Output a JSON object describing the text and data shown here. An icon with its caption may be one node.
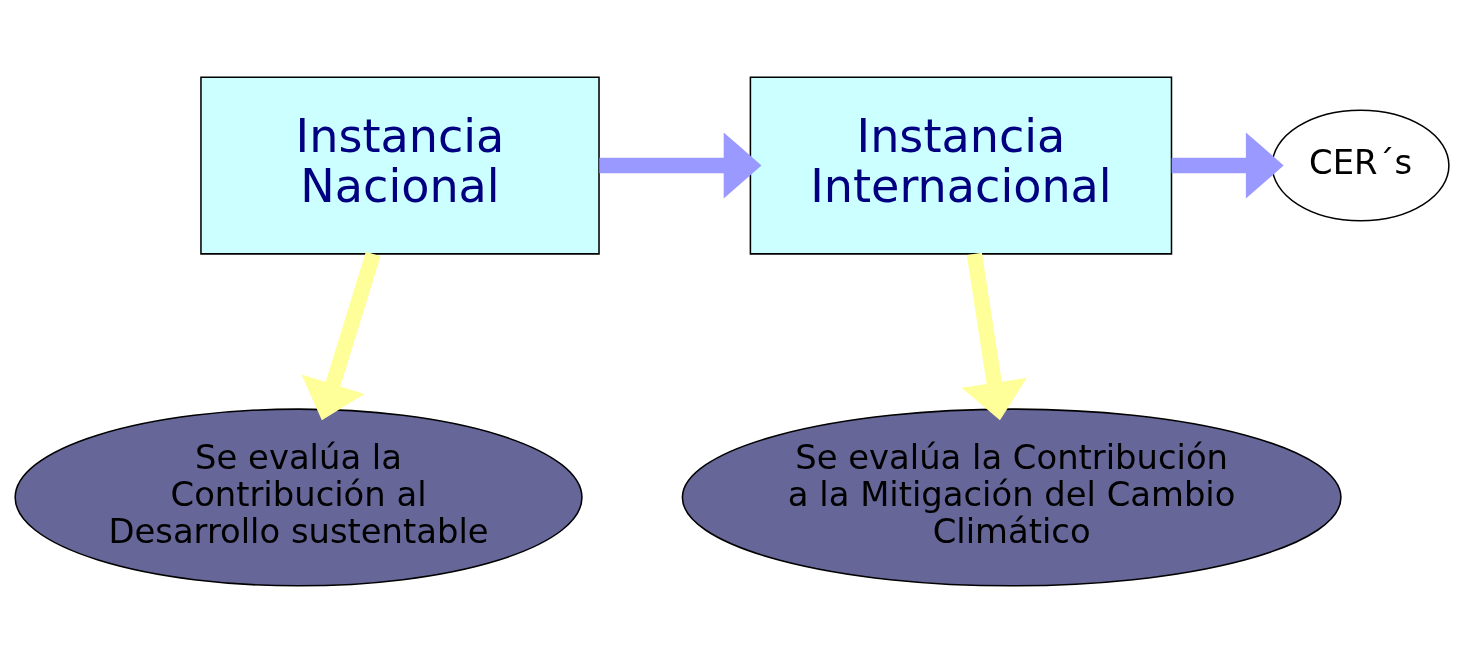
{
  "diagram": {
    "nodes": [
      {
        "text": [
          "Instancia Nacional"
        ]
      },
      {
        "text": [
          "Instancia Internacional"
        ]
      },
      {
        "text": [
          "CER´s"
        ]
      },
      {
        "text": [
          "Se evalúa la Contribución al Desarrollo sustentable"
        ]
      },
      {
        "text": [
          "Se evalúa la Contribución a la Mitigación del Cambio Climático"
        ]
      }
    ],
    "edges": [
      {
        "from": 0,
        "to": 1,
        "arrow": "to",
        "color": "#9999ff"
      },
      {
        "from": 1,
        "to": 2,
        "arrow": "to",
        "color": "#9999ff"
      },
      {
        "from": 0,
        "to": 3,
        "arrow": "to",
        "color": "#ffff99"
      },
      {
        "from": 1,
        "to": 4,
        "arrow": "to",
        "color": "#ffff99"
      }
    ]
  }
}
